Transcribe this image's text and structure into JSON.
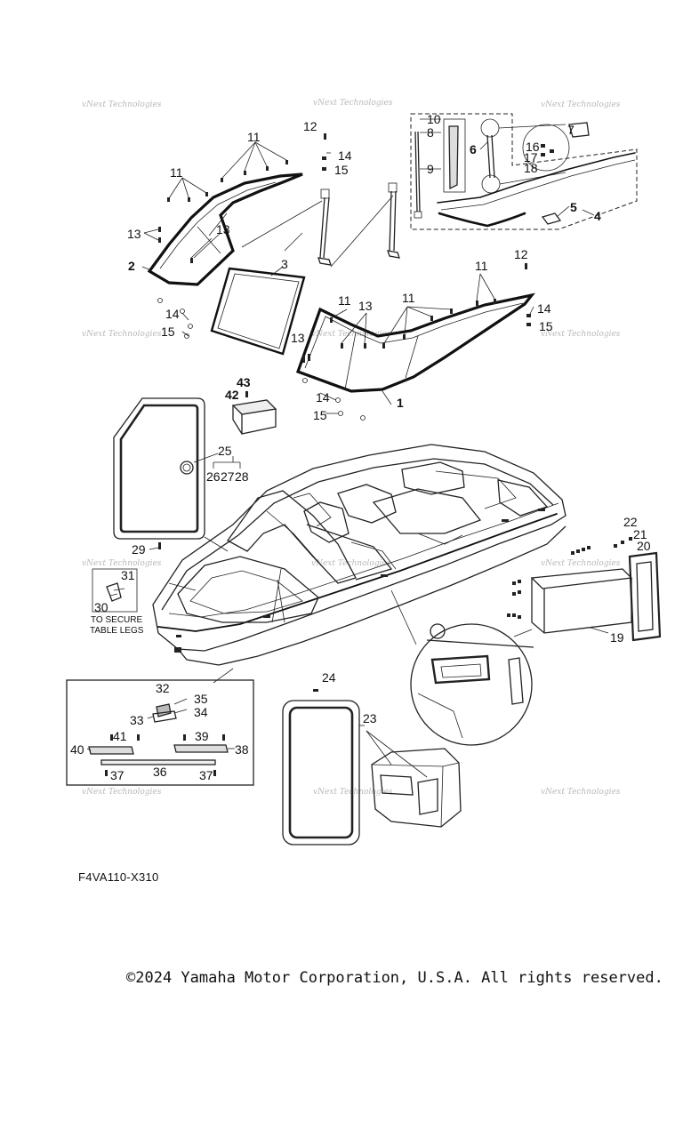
{
  "diagram": {
    "callouts": [
      "1",
      "2",
      "3",
      "4",
      "5",
      "6",
      "7",
      "8",
      "9",
      "10",
      "11",
      "12",
      "13",
      "14",
      "15",
      "16",
      "17",
      "18",
      "19",
      "20",
      "21",
      "22",
      "23",
      "24",
      "25",
      "26",
      "27",
      "28",
      "29",
      "30",
      "31",
      "32",
      "33",
      "34",
      "35",
      "36",
      "37",
      "38",
      "39",
      "40",
      "41",
      "42",
      "43"
    ],
    "note": "TO SECURE TABLE LEGS",
    "watermark": "vNext Technologies",
    "diagram_code": "F4VA110-X310"
  },
  "footer": {
    "copyright": "©2024 Yamaha Motor Corporation, U.S.A. All rights reserved."
  }
}
